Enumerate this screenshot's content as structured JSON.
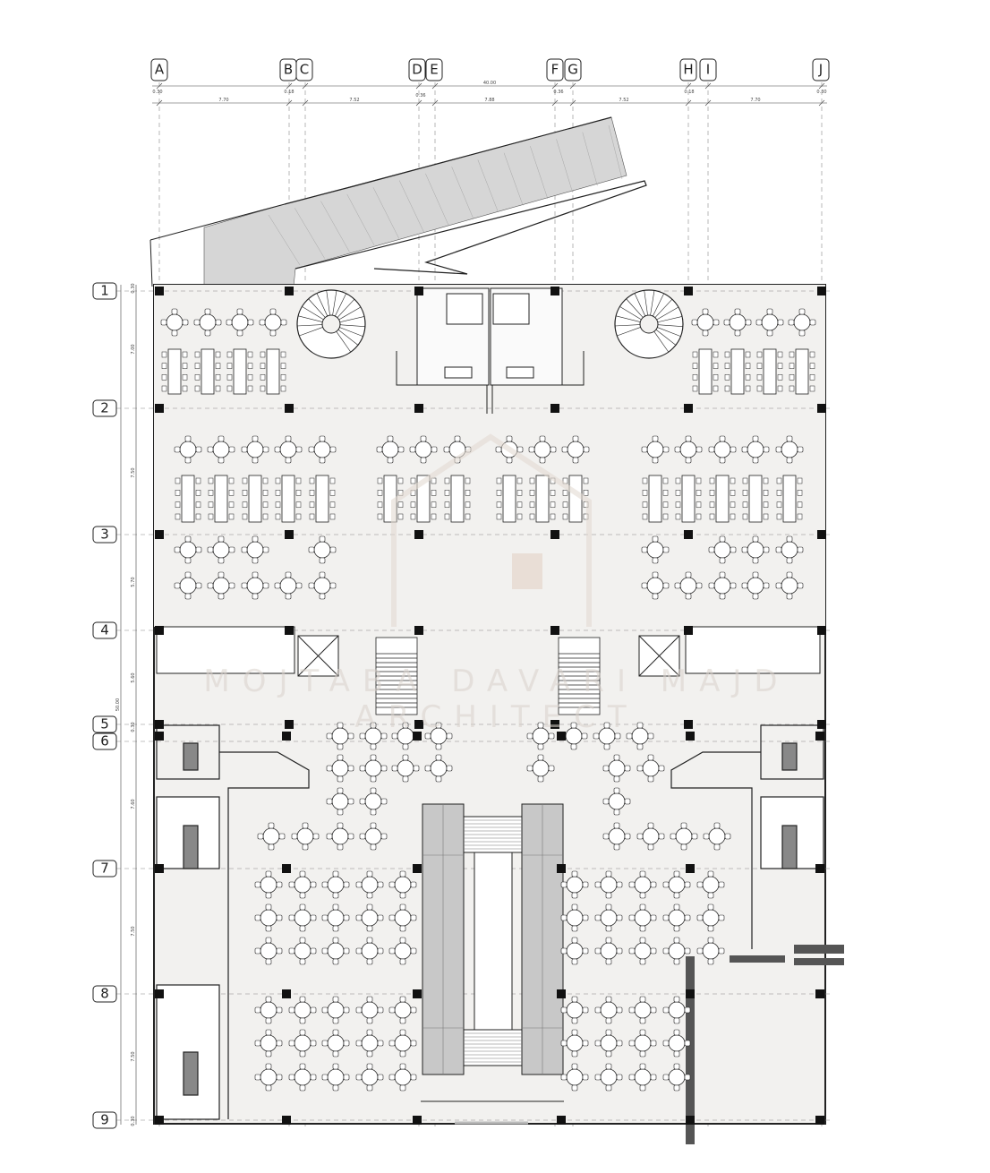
{
  "drawing": {
    "column_grid_labels": [
      "A",
      "B",
      "C",
      "D",
      "E",
      "F",
      "G",
      "H",
      "I",
      "J"
    ],
    "row_grid_labels": [
      "1",
      "2",
      "3",
      "4",
      "5",
      "6",
      "7",
      "8",
      "9"
    ],
    "overall_dimension": "40.00",
    "column_spacings": [
      "7.70",
      "7.52",
      "7.88",
      "7.52",
      "7.70"
    ],
    "column_offsets": [
      "0.30",
      "0.18",
      "0.36",
      "0.36",
      "0.18",
      "0.30"
    ],
    "overall_vertical_dimension": "50.00",
    "row_spacings": [
      "7.00",
      "7.50",
      "5.70",
      "5.60",
      "7.60",
      "7.50",
      "7.50"
    ],
    "row_offsets": [
      "0.30",
      "0.30",
      "0.30"
    ],
    "watermark_line1": "MOJTABA DAVARI MAJD",
    "watermark_line2": "ARCHITECT"
  },
  "colors": {
    "floor": "#f2f1ef",
    "line": "#222222",
    "column": "#111111",
    "roof_fill": "#d6d6d6",
    "escalator": "#c8c8c8",
    "watermark": "#d9d2cc"
  }
}
